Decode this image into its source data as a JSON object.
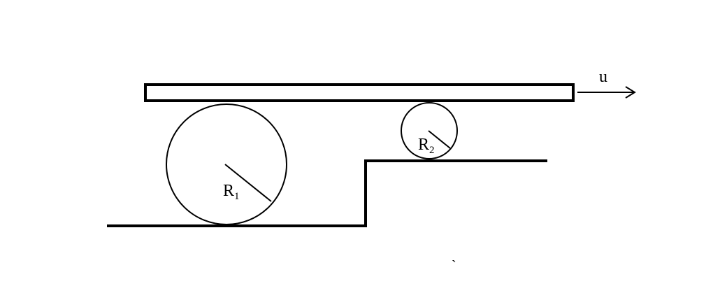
{
  "labels": {
    "velocity": "u",
    "radius1_main": "R",
    "radius1_sub": "1",
    "radius2_main": "R",
    "radius2_sub": "2",
    "stray_mark": "`"
  },
  "colors": {
    "stroke": "#000000",
    "background": "#ffffff"
  }
}
